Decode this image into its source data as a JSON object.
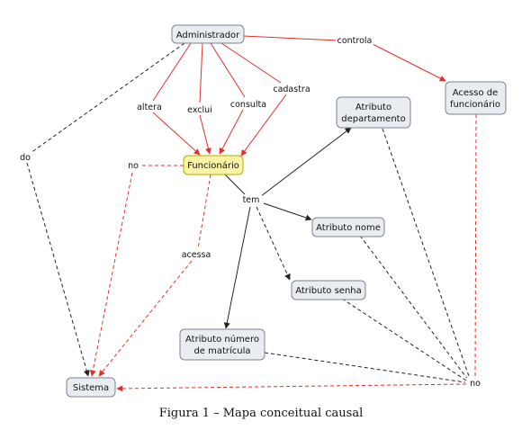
{
  "colors": {
    "node_fill": "#e9ecf0",
    "node_border": "#7d8590",
    "highlight_fill": "#fbf4a2",
    "highlight_border": "#b8a900",
    "red": "#e0302a",
    "black": "#222222"
  },
  "nodes": {
    "administrador": "Administrador",
    "acesso": [
      "Acesso de",
      "funcionário"
    ],
    "atributo_departamento": [
      "Atributo",
      "departamento"
    ],
    "funcionario": "Funcionário",
    "atributo_nome": "Atributo nome",
    "atributo_senha": "Atributo senha",
    "atributo_matricula": [
      "Atributo número",
      "de matrícula"
    ],
    "sistema": "Sistema"
  },
  "labels": {
    "controla": "controla",
    "altera": "altera",
    "exclui": "exclui",
    "consulta": "consulta",
    "cadastra": "cadastra",
    "do": "do",
    "no_left": "no",
    "tem": "tem",
    "acessa": "acessa",
    "no_right": "no"
  },
  "caption": "Figura 1 – Mapa conceitual causal"
}
